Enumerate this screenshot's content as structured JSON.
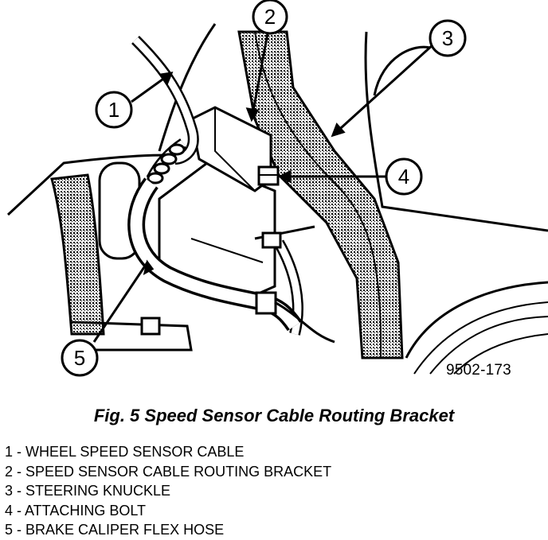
{
  "figure_id": "9502-173",
  "caption": "Fig. 5 Speed Sensor Cable Routing Bracket",
  "callouts": [
    "1",
    "2",
    "3",
    "4",
    "5"
  ],
  "legend": [
    "1 - WHEEL SPEED SENSOR CABLE",
    "2 - SPEED SENSOR CABLE ROUTING BRACKET",
    "3 - STEERING KNUCKLE",
    "4 - ATTACHING BOLT",
    "5 - BRAKE CALIPER FLEX HOSE"
  ]
}
